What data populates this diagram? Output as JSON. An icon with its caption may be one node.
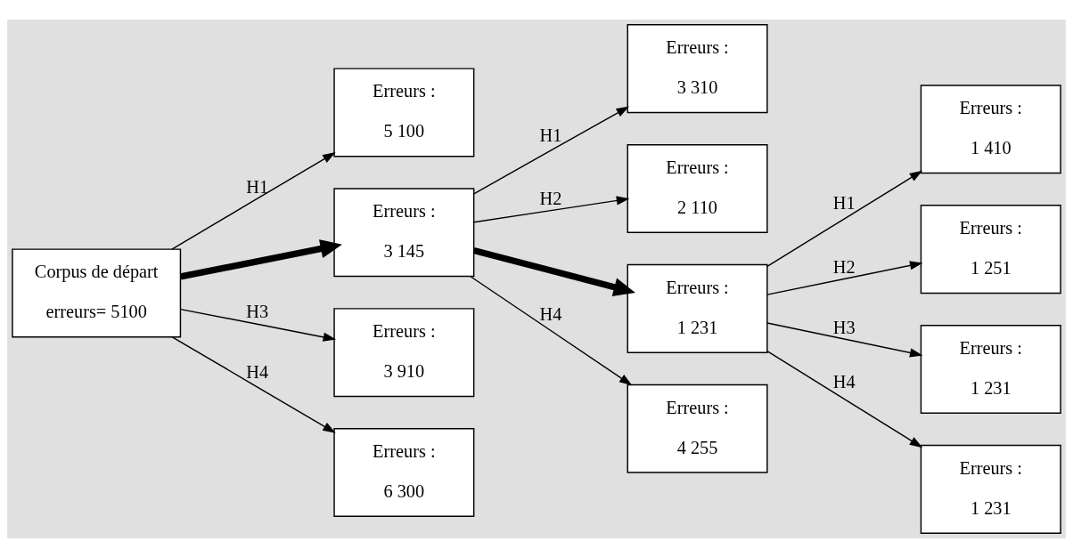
{
  "diagram": {
    "nodes": [
      {
        "text": [
          "Corpus de départ",
          "erreurs= 5100"
        ]
      },
      {
        "text": [
          "Erreurs :",
          "5 100"
        ]
      },
      {
        "text": [
          "Erreurs :",
          "3 145"
        ]
      },
      {
        "text": [
          "Erreurs :",
          "3 910"
        ]
      },
      {
        "text": [
          "Erreurs :",
          "6 300"
        ]
      },
      {
        "text": [
          "Erreurs :",
          "3 310"
        ]
      },
      {
        "text": [
          "Erreurs :",
          "2 110"
        ]
      },
      {
        "text": [
          "Erreurs :",
          "1 231"
        ]
      },
      {
        "text": [
          "Erreurs :",
          "4 255"
        ]
      },
      {
        "text": [
          "Erreurs :",
          "1 410"
        ]
      },
      {
        "text": [
          "Erreurs :",
          "1 251"
        ]
      },
      {
        "text": [
          "Erreurs :",
          "1 231"
        ]
      },
      {
        "text": [
          "Erreurs :",
          "1 231"
        ]
      }
    ],
    "edges": [
      {
        "from": 0,
        "to": 1,
        "arrow": "to",
        "label": "H1"
      },
      {
        "from": 0,
        "to": 2,
        "arrow": "to",
        "style": "thick"
      },
      {
        "from": 0,
        "to": 3,
        "arrow": "to",
        "label": "H3"
      },
      {
        "from": 0,
        "to": 4,
        "arrow": "to",
        "label": "H4"
      },
      {
        "from": 2,
        "to": 5,
        "arrow": "to",
        "label": "H1"
      },
      {
        "from": 2,
        "to": 6,
        "arrow": "to",
        "label": "H2"
      },
      {
        "from": 2,
        "to": 7,
        "arrow": "to",
        "style": "thick"
      },
      {
        "from": 2,
        "to": 8,
        "arrow": "to",
        "label": "H4"
      },
      {
        "from": 7,
        "to": 9,
        "arrow": "to",
        "label": "H1"
      },
      {
        "from": 7,
        "to": 10,
        "arrow": "to",
        "label": "H2"
      },
      {
        "from": 7,
        "to": 11,
        "arrow": "to",
        "label": "H3"
      },
      {
        "from": 7,
        "to": 12,
        "arrow": "to",
        "label": "H4"
      }
    ]
  }
}
